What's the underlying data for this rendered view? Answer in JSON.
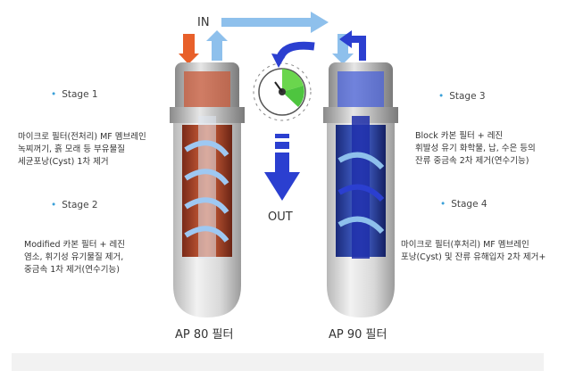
{
  "flow": {
    "in_label": "IN",
    "out_label": "OUT"
  },
  "stages": [
    {
      "label": "Stage 1",
      "lines": [
        "마이크로 필터(전처리) MF 멤브레인",
        "녹찌꺼기, 흙 모래 등 부유물질",
        "세균포낭(Cyst) 1차 제거"
      ]
    },
    {
      "label": "Stage 2",
      "lines": [
        "Modified 카본 필터 + 레진",
        "염소, 휘기성 유기물질 제거,",
        "중금속 1차 제거(연수기능)"
      ]
    },
    {
      "label": "Stage 3",
      "lines": [
        "Block 카본 필터 + 레진",
        "휘발성 유기 화학물, 납, 수은 등의",
        "잔류 중금속 2차 제거(연수기능)"
      ]
    },
    {
      "label": "Stage 4",
      "lines": [
        "마이크로 필터(후처리) MF 멤브레인",
        "포낭(Cyst) 및 잔류 유해입자 2차 제거+"
      ]
    }
  ],
  "filters": [
    {
      "name": "AP 80 필터"
    },
    {
      "name": "AP 90 필터"
    }
  ],
  "colors": {
    "ap80": "#d65a3a",
    "ap90": "#3a5ad6",
    "arrow": "#6aa8e8",
    "out": "#2b3fd0",
    "bullet": "#3aa0d8"
  }
}
